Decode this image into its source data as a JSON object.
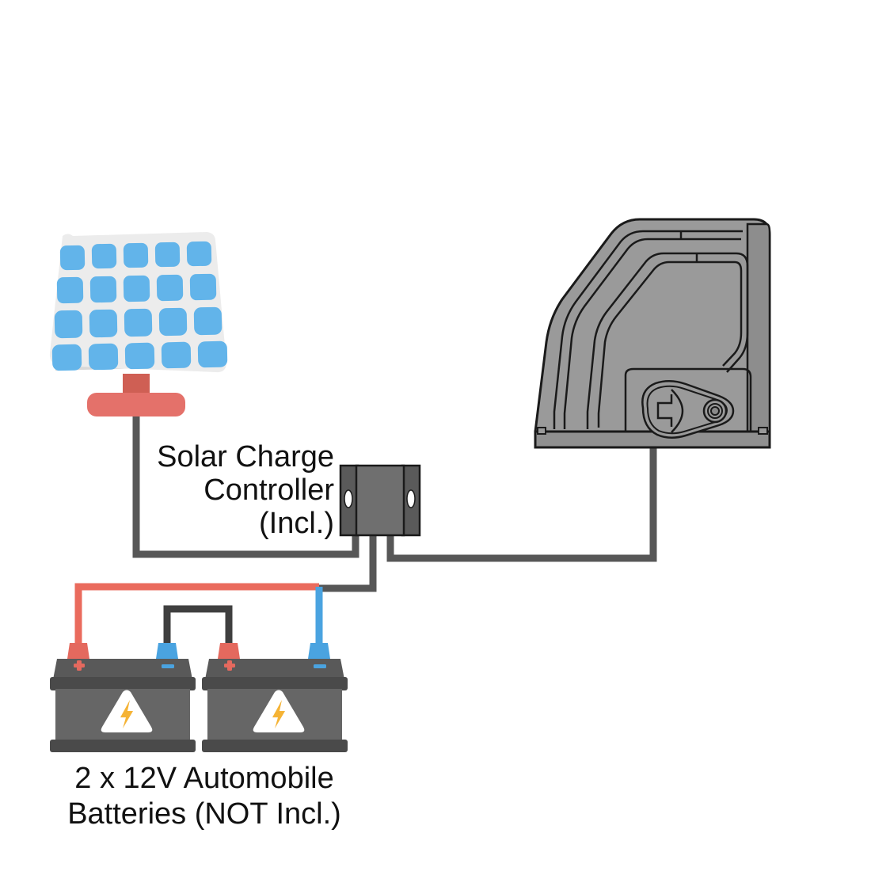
{
  "diagram": {
    "title": "Solar Powered Gate Opener Wiring Diagram",
    "background_color": "#ffffff"
  },
  "labels": {
    "controller": {
      "line1": "Solar Charge",
      "line2": "Controller",
      "line3": "(Incl.)",
      "color": "#111111"
    },
    "batteries": {
      "line1": "2 x 12V Automobile",
      "line2": "Batteries (NOT Incl.)",
      "color": "#111111"
    }
  },
  "components": {
    "solar_panel": {
      "name": "Solar Panel",
      "frame_color": "#ececec",
      "frame_shadow_color": "#d8d8d8",
      "cell_color": "#62b4ea",
      "stand_color": "#e06a5e",
      "stand_post_color": "#cf5f54",
      "cell_rows": 4,
      "cell_cols": 5
    },
    "charge_controller": {
      "name": "Solar Charge Controller",
      "body_color": "#6f6f6f",
      "flange_color": "#4f4f4f",
      "outline_color": "#1a1a1a",
      "mount_hole_color": "#ffffff",
      "terminal_count": 3
    },
    "gate_opener": {
      "name": "Gate Opener Housing",
      "body_color": "#9a9a9a",
      "shade_color": "#8d8d8d",
      "outline_color": "#1a1a1a"
    },
    "batteries": [
      {
        "name": "Battery 1",
        "body_color": "#666666",
        "cap_color": "#595959",
        "band_color": "#4a4a4a",
        "base_color": "#4a4a4a",
        "positive_terminal_color": "#e4695e",
        "negative_terminal_color": "#4aa3e0",
        "positive_symbol": "+",
        "negative_symbol": "−",
        "warning_triangle_color": "#ffffff",
        "warning_bolt_color": "#f5b335"
      },
      {
        "name": "Battery 2",
        "body_color": "#666666",
        "cap_color": "#595959",
        "band_color": "#4a4a4a",
        "base_color": "#4a4a4a",
        "positive_terminal_color": "#e4695e",
        "negative_terminal_color": "#4aa3e0",
        "positive_symbol": "+",
        "negative_symbol": "−",
        "warning_triangle_color": "#ffffff",
        "warning_bolt_color": "#f5b335"
      }
    ]
  },
  "wires": [
    {
      "name": "solar-panel-to-controller",
      "color": "#575757",
      "from": "Solar Panel",
      "to": "Charge Controller terminal 1"
    },
    {
      "name": "gate-opener-to-controller",
      "color": "#575757",
      "from": "Gate Opener",
      "to": "Charge Controller terminal 3"
    },
    {
      "name": "controller-to-battery-bank",
      "color": "#575757",
      "from": "Charge Controller terminal 2",
      "to": "Battery bank junction"
    },
    {
      "name": "battery-positive-lead",
      "color": "#ea6b5d",
      "from": "Battery 1 positive",
      "to": "Battery bank junction"
    },
    {
      "name": "battery-negative-lead",
      "color": "#4aa3e0",
      "from": "Battery 2 negative",
      "to": "Battery bank junction"
    },
    {
      "name": "battery-series-link",
      "color": "#3f3f3f",
      "from": "Battery 1 negative",
      "to": "Battery 2 positive"
    }
  ],
  "colors": {
    "wire_gray": "#575757",
    "wire_red": "#ea6b5d",
    "wire_blue": "#4aa3e0",
    "wire_dark": "#3f3f3f",
    "cell_blue": "#62b4ea",
    "panel_white": "#ececec",
    "stand_red": "#e06a5e",
    "opener_gray": "#9a9a9a",
    "battery_gray": "#666666",
    "bolt_orange": "#f5b335"
  }
}
